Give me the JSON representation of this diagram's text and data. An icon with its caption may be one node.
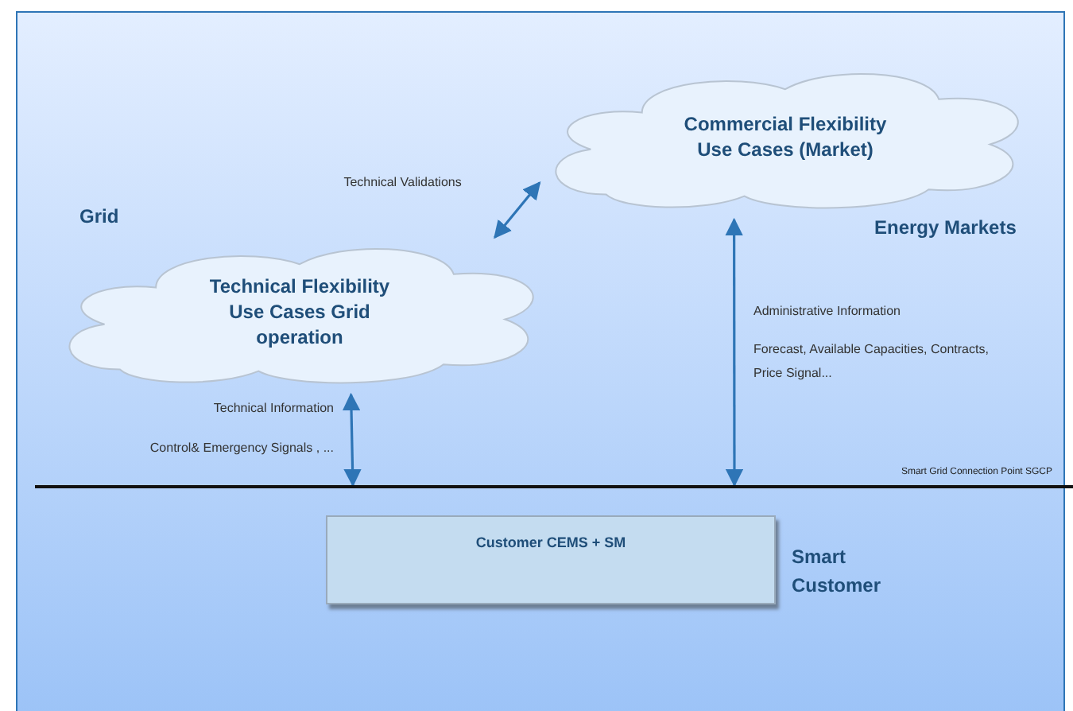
{
  "diagram": {
    "nodes": [
      {
        "text": [
          "Commercial Flexibility Use Cases (Market)"
        ]
      },
      {
        "text": [
          "Technical Flexibility Use Cases Grid operation"
        ]
      },
      {
        "text": [
          "Customer CEMS + SM"
        ]
      },
      {
        "text": [],
        "shape": "bar",
        "beside": [
          "Smart Grid Connection Point SGCP"
        ]
      }
    ],
    "edges": [
      {
        "from": 1,
        "to": 0,
        "arrow": "both",
        "label": "Technical Validations"
      },
      {
        "from": 1,
        "to": 3,
        "arrow": "both"
      },
      {
        "from": 0,
        "to": 3,
        "arrow": "both"
      }
    ],
    "labels": [
      "Grid",
      "Energy Markets",
      "Administrative Information",
      "Forecast, Available Capacities, Contracts, Price Signal...",
      "Technical Information",
      "Control& Emergency Signals , ...",
      "Smart Customer"
    ]
  }
}
